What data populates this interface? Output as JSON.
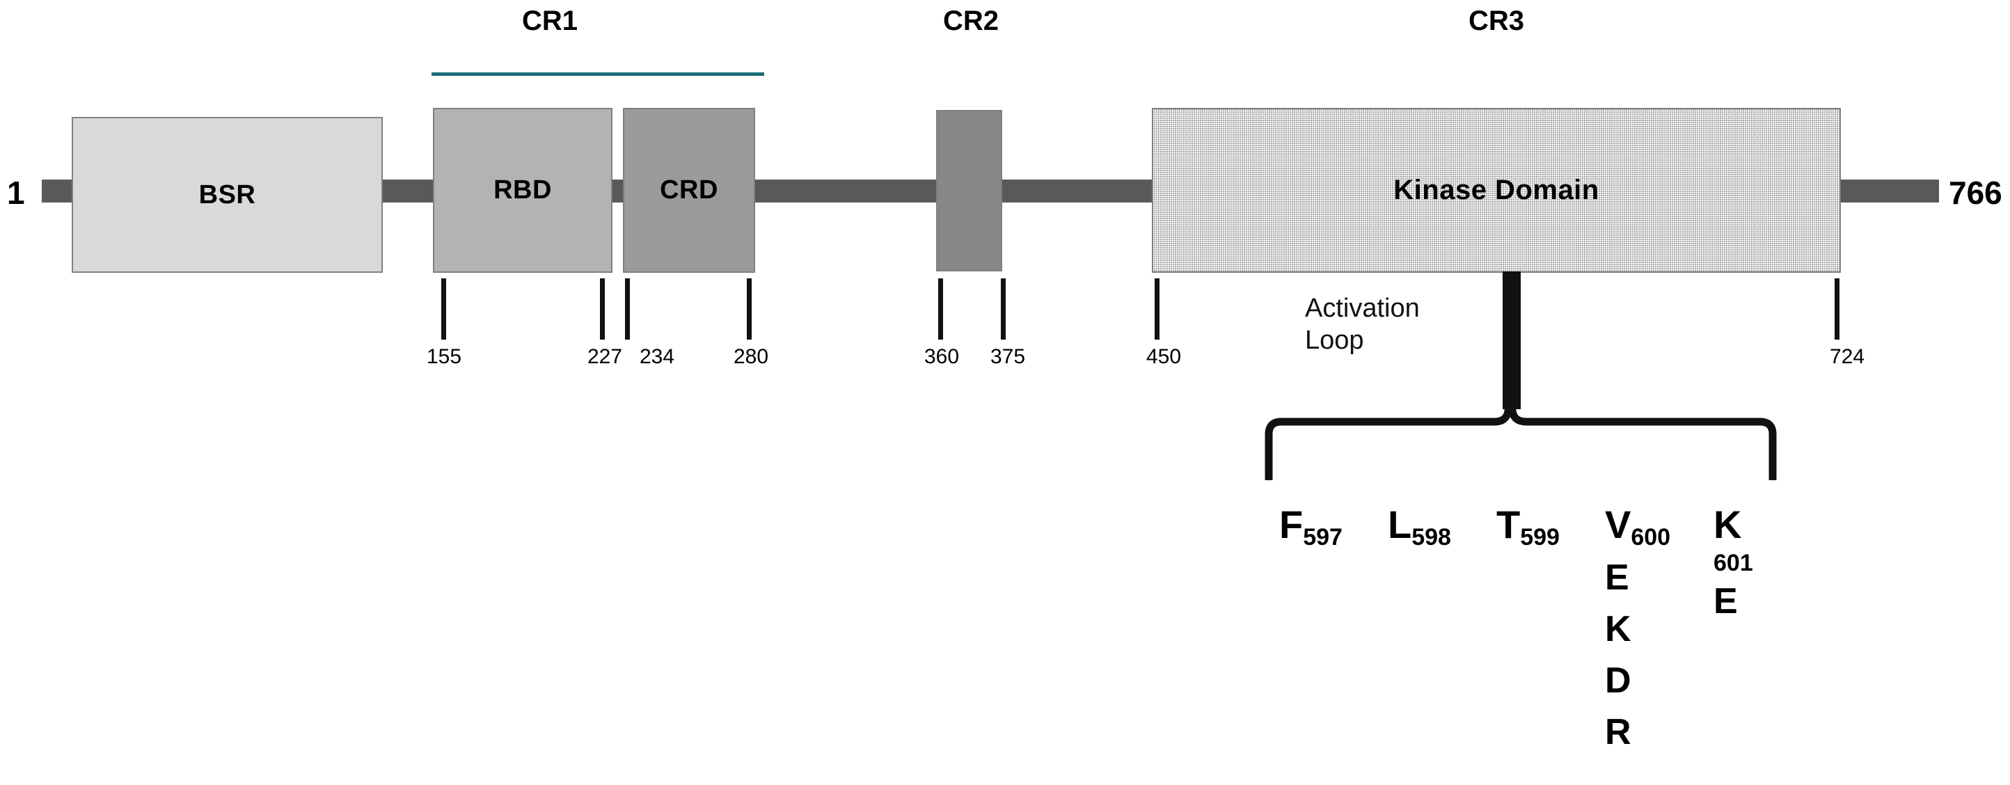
{
  "diagram": {
    "title_region_labels": [
      "CR1",
      "CR2",
      "CR3"
    ],
    "terminus": {
      "start": "1",
      "end": "766"
    },
    "cr_labels": {
      "cr1": "CR1",
      "cr2": "CR2",
      "cr3": "CR3"
    },
    "cr1_underline_color": "#1a6e78",
    "domains": [
      {
        "id": "bsr",
        "label": "BSR",
        "fill": "#d9d9d9"
      },
      {
        "id": "rbd",
        "label": "RBD",
        "fill": "#b3b3b3"
      },
      {
        "id": "crd",
        "label": "CRD",
        "fill": "#9a9a9a"
      },
      {
        "id": "cr2",
        "label": "",
        "fill": "#878787"
      },
      {
        "id": "kinase",
        "label": "Kinase Domain",
        "fill": "#b0b0b0"
      }
    ],
    "residue_ticks": [
      {
        "value": "155"
      },
      {
        "value": "227"
      },
      {
        "value": "234"
      },
      {
        "value": "280"
      },
      {
        "value": "360"
      },
      {
        "value": "375"
      },
      {
        "value": "450"
      },
      {
        "value": "724"
      }
    ],
    "activation_loop": {
      "label_line1": "Activation",
      "label_line2": "Loop",
      "residues": [
        {
          "letter": "F",
          "number": "597",
          "alternatives": []
        },
        {
          "letter": "L",
          "number": "598",
          "alternatives": []
        },
        {
          "letter": "T",
          "number": "599",
          "alternatives": []
        },
        {
          "letter": "V",
          "number": "600",
          "alternatives": [
            "E",
            "K",
            "D",
            "R"
          ]
        },
        {
          "letter": "K",
          "number": "601",
          "alternatives": [
            "E"
          ]
        }
      ]
    },
    "backbone_color": "#595959"
  }
}
